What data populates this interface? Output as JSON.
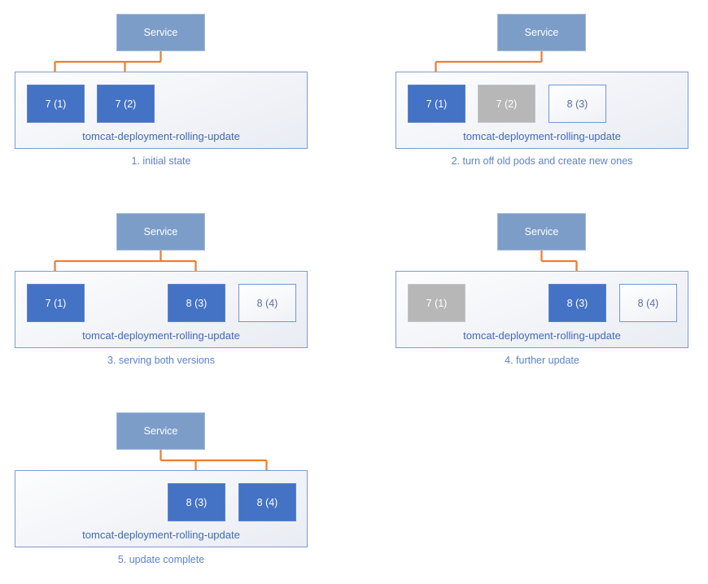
{
  "diagram": {
    "service_label": "Service",
    "deployment_label": "tomcat-deployment-rolling-update",
    "colors": {
      "service_fill": "#7D9DC9",
      "pod_active": "#4472C4",
      "pod_inactive": "#B7B7B7",
      "pod_new_border": "#7396D5",
      "pod_new_text": "#5D6F9E",
      "arrow": "#ED7D31",
      "deployment_border": "#7E9BD0",
      "deployment_text": "#4169B8",
      "caption_text": "#5C83CB"
    },
    "panels": [
      {
        "caption": "1. initial state",
        "pods": [
          {
            "label": "7 (1)",
            "state": "active",
            "slot": 0
          },
          {
            "label": "7 (2)",
            "state": "active",
            "slot": 1
          }
        ],
        "arrows": [
          0,
          1
        ]
      },
      {
        "caption": "2. turn off old pods and create new ones",
        "pods": [
          {
            "label": "7 (1)",
            "state": "active",
            "slot": 0
          },
          {
            "label": "7 (2)",
            "state": "inactive",
            "slot": 1
          },
          {
            "label": "8 (3)",
            "state": "new",
            "slot": 2
          }
        ],
        "arrows": [
          0
        ]
      },
      {
        "caption": "3. serving both versions",
        "pods": [
          {
            "label": "7 (1)",
            "state": "active",
            "slot": 0
          },
          {
            "label": "8 (3)",
            "state": "active",
            "slot": 2
          },
          {
            "label": "8 (4)",
            "state": "new",
            "slot": 3
          }
        ],
        "arrows": [
          0,
          2
        ]
      },
      {
        "caption": "4. further update",
        "pods": [
          {
            "label": "7 (1)",
            "state": "inactive",
            "slot": 0
          },
          {
            "label": "8 (3)",
            "state": "active",
            "slot": 2
          },
          {
            "label": "8 (4)",
            "state": "new",
            "slot": 3
          }
        ],
        "arrows": [
          2
        ]
      },
      {
        "caption": "5. update complete",
        "pods": [
          {
            "label": "8 (3)",
            "state": "active",
            "slot": 2
          },
          {
            "label": "8 (4)",
            "state": "active",
            "slot": 3
          }
        ],
        "arrows": [
          2,
          3
        ]
      }
    ]
  }
}
